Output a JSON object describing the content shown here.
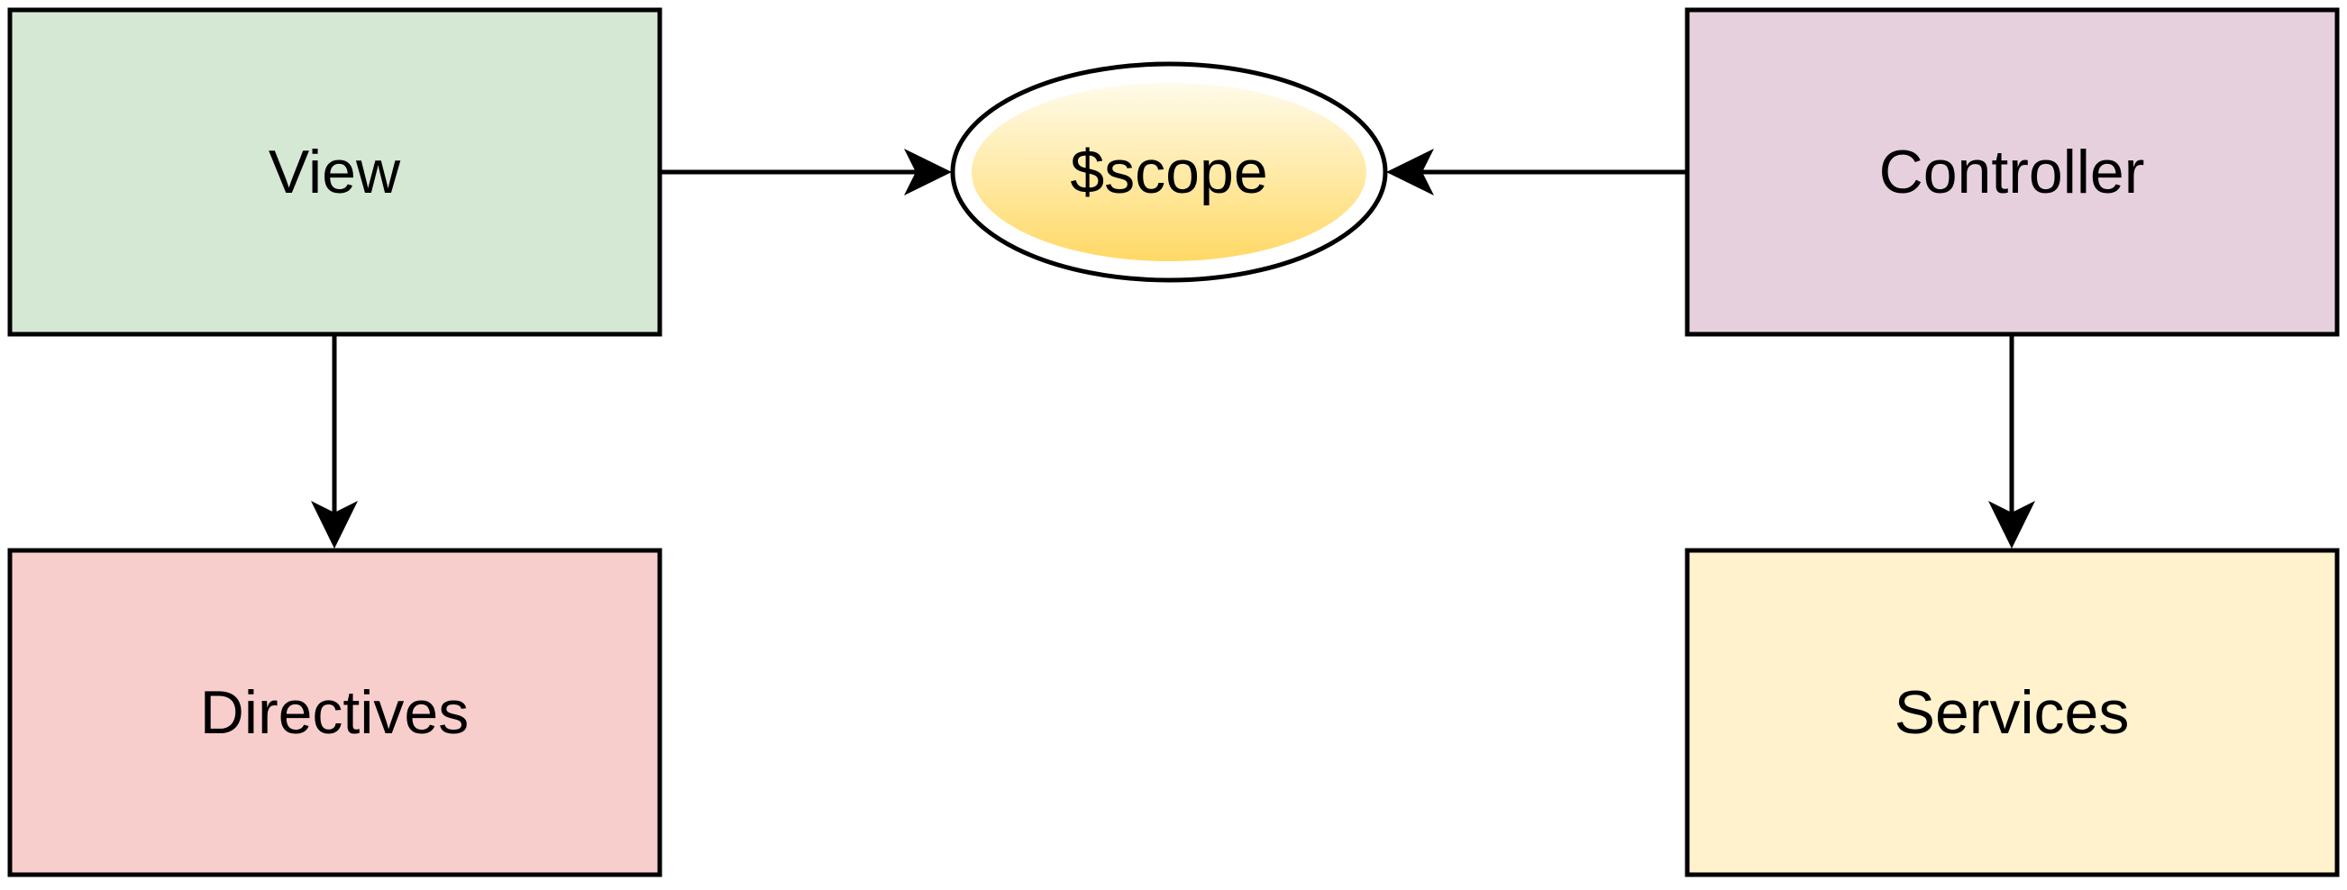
{
  "diagram": {
    "nodes": {
      "view": {
        "label": "View",
        "fill": "#d5e8d4"
      },
      "directives": {
        "label": "Directives",
        "fill": "#f8cecc"
      },
      "scope": {
        "label": "$scope",
        "fill_top": "#fffbea",
        "fill_bottom": "#ffd966"
      },
      "controller": {
        "label": "Controller",
        "fill": "#e6d0de"
      },
      "services": {
        "label": "Services",
        "fill": "#fff2cc"
      }
    },
    "edges": [
      {
        "from": "view",
        "to": "scope"
      },
      {
        "from": "controller",
        "to": "scope"
      },
      {
        "from": "view",
        "to": "directives"
      },
      {
        "from": "controller",
        "to": "services"
      }
    ],
    "stroke_color": "#000000"
  }
}
